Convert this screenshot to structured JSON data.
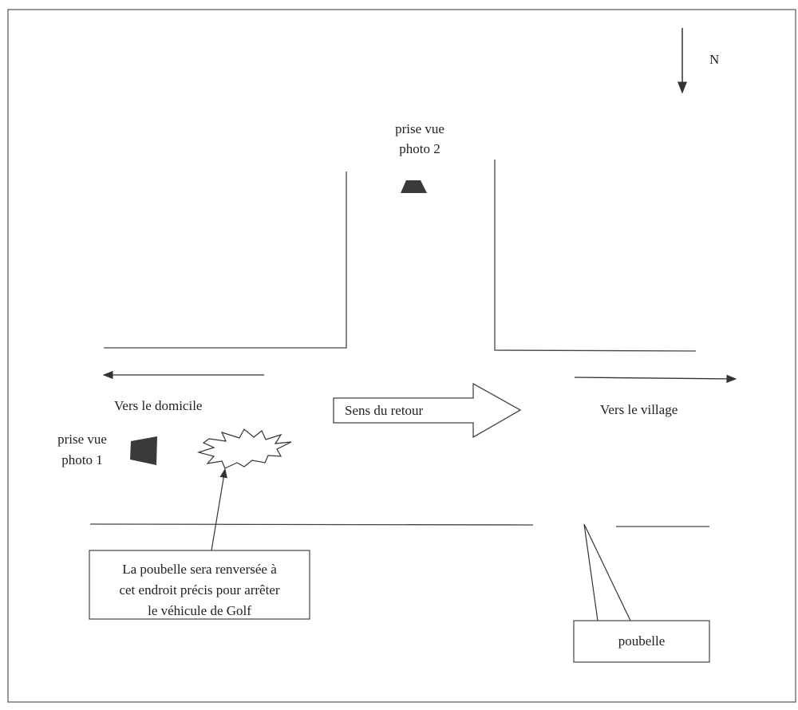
{
  "compass": {
    "label": "N"
  },
  "photo2": {
    "line1": "prise vue",
    "line2": "photo 2"
  },
  "photo1": {
    "line1": "prise vue",
    "line2": "photo 1"
  },
  "directions": {
    "left": "Vers le domicile",
    "right": "Vers le village",
    "return": "Sens du retour"
  },
  "callout_main": {
    "line1": "La poubelle sera renversée à",
    "line2": "cet endroit précis pour arrêter",
    "line3": "le véhicule de Golf"
  },
  "callout_bin": {
    "label": "poubelle"
  },
  "colors": {
    "ink": "#333333",
    "camera": "#3a3a3a"
  }
}
